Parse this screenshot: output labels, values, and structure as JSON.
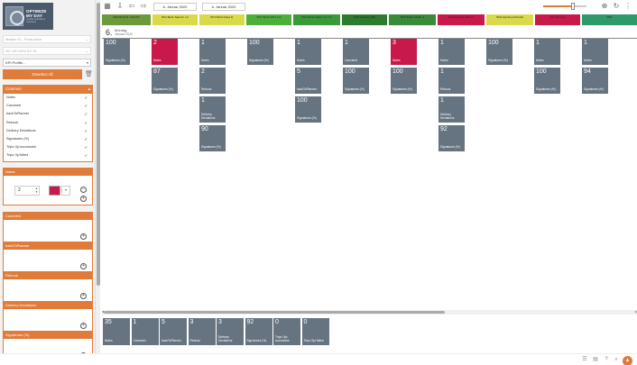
{
  "logo": {
    "title_line1": "OPTIMIZE",
    "title_line2": "MY DAY",
    "tagline": "mobile workforce solutions"
  },
  "sidebar": {
    "select1_placeholder": "Master ID - Production",
    "select2_placeholder": "NC UN 1004 KC 01",
    "kpi_profile": "KPI Profile...",
    "deselect_label": "Deselect All",
    "common": {
      "title": "Common",
      "items": [
        {
          "label": "Notes",
          "checked": true
        },
        {
          "label": "Canceled",
          "checked": true
        },
        {
          "label": "backToPlanner",
          "checked": true
        },
        {
          "label": "Rebook",
          "checked": true
        },
        {
          "label": "Delivery Deviations",
          "checked": true
        },
        {
          "label": "Signatures (%)",
          "checked": true
        },
        {
          "label": "Trips Op'successful",
          "checked": true
        },
        {
          "label": "Trips Op'failed",
          "checked": true
        }
      ]
    },
    "sections": [
      {
        "title": "Notes",
        "value": "2",
        "color": "#c8194a"
      },
      {
        "title": "Canceled"
      },
      {
        "title": "backToPlanner"
      },
      {
        "title": "Rebook"
      },
      {
        "title": "Delivery Deviations"
      },
      {
        "title": "Signatures (%)"
      }
    ]
  },
  "toolbar": {
    "date_from": "6. Januar 2020",
    "date_to": "6. Januar 2020",
    "zoom_level": 0.68
  },
  "colors": {
    "accent": "#e07b39",
    "tile": "#667380",
    "alert": "#c8194a"
  },
  "day": {
    "number": "6.",
    "weekday": "Montag",
    "date": "Januar 2020"
  },
  "resources": [
    {
      "label": "5000 Berlin R. 1234 5.6",
      "color": "#6b9a3a"
    },
    {
      "label": "5011 Berlin Sales R. 1.0",
      "color": "#d9d94a"
    },
    {
      "label": "5017 Berlin Sales R.",
      "color": "#d9d94a"
    },
    {
      "label": "5017 Berlin MK 5.0 Q",
      "color": "#4caf3a"
    },
    {
      "label": "5017 Berlin Sales V R. 2.0",
      "color": "#3a9a3a"
    },
    {
      "label": "5018 Hamburg 456",
      "color": "#2e7a2e"
    },
    {
      "label": "5037 Berlin Charlb. 2",
      "color": "#3a8a3a"
    },
    {
      "label": "5042 Potsdam Mitte R.",
      "color": "#c8194a"
    },
    {
      "label": "5044 Hamburg Schnells",
      "color": "#d9d94a"
    },
    {
      "label": "5047 Bremen",
      "color": "#c8194a"
    },
    {
      "label": "5054",
      "color": "#2e9a6a"
    }
  ],
  "tiles": [
    {
      "value": "100",
      "label": "Signatures (%)"
    },
    {
      "value": "2",
      "label": "Notes",
      "alert": true
    },
    {
      "value": "87",
      "label": "Signatures (%)"
    },
    {
      "value": "1",
      "label": "Notes"
    },
    {
      "value": "2",
      "label": "Rebook"
    },
    {
      "value": "1",
      "label": "Delivery Deviations"
    },
    {
      "value": "90",
      "label": "Signatures (%)"
    },
    {
      "value": "100",
      "label": "Signatures (%)"
    },
    {
      "value": "1",
      "label": "Notes"
    },
    {
      "value": "5",
      "label": "backToPlanner"
    },
    {
      "value": "100",
      "label": "Signatures (%)"
    },
    {
      "value": "1",
      "label": "Canceled"
    },
    {
      "value": "100",
      "label": "Signatures (%)"
    },
    {
      "value": "3",
      "label": "Notes",
      "alert": true
    },
    {
      "value": "100",
      "label": "Signatures (%)"
    },
    {
      "value": "1",
      "label": "Notes"
    },
    {
      "value": "1",
      "label": "Rebook"
    },
    {
      "value": "1",
      "label": "Delivery Deviations"
    },
    {
      "value": "92",
      "label": "Signatures (%)"
    },
    {
      "value": "100",
      "label": "Signatures (%)"
    },
    {
      "value": "1",
      "label": "Notes"
    },
    {
      "value": "100",
      "label": "Signatures (%)"
    },
    {
      "value": "1",
      "label": "Notes"
    },
    {
      "value": "94",
      "label": "Signatures (%)"
    }
  ],
  "summary": [
    {
      "value": "35",
      "label": "Notes"
    },
    {
      "value": "1",
      "label": "Canceled"
    },
    {
      "value": "5",
      "label": "backToPlanner"
    },
    {
      "value": "3",
      "label": "Rebook"
    },
    {
      "value": "3",
      "label": "Delivery Deviations"
    },
    {
      "value": "92",
      "label": "Signatures (%)"
    },
    {
      "value": "0",
      "label": "Trips Opt successful"
    },
    {
      "value": "0",
      "label": "Trips Opt failed"
    }
  ]
}
